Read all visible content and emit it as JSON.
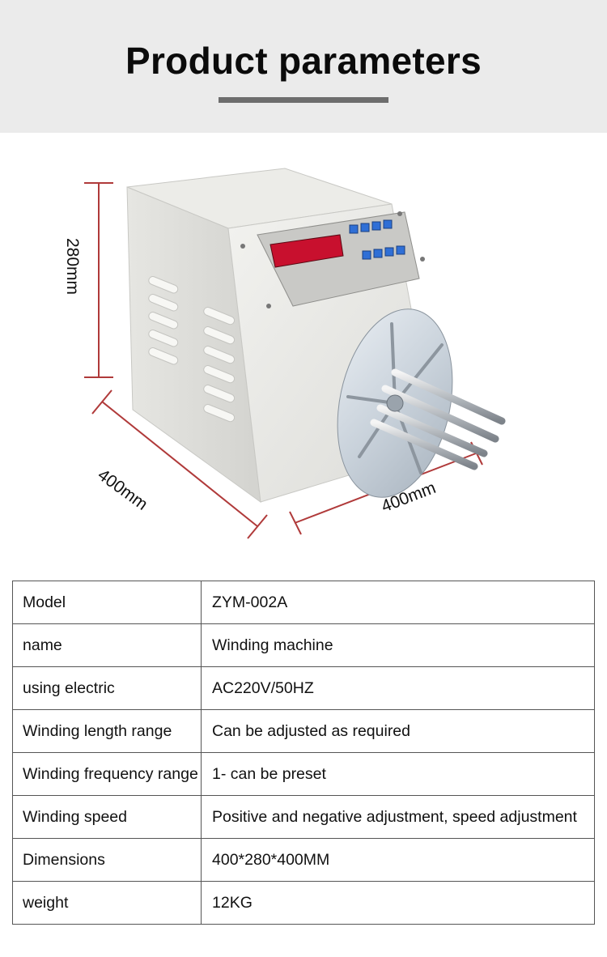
{
  "header": {
    "title": "Product parameters"
  },
  "dimensions": {
    "height_label": "280mm",
    "depth_label": "400mm",
    "width_label": "400mm"
  },
  "colors": {
    "header_bg": "#ebebeb",
    "title_bar": "#6d6d6d",
    "dimension_line": "#b03a3a",
    "machine_body": "#e4e4e0",
    "display_red": "#c8102e",
    "buttons_blue": "#2f6fd6"
  },
  "params": {
    "rows": [
      {
        "key": "Model",
        "value": "ZYM-002A"
      },
      {
        "key": "name",
        "value": "Winding machine"
      },
      {
        "key": "using electric",
        "value": "AC220V/50HZ"
      },
      {
        "key": "Winding length range",
        "value": "Can be adjusted as required"
      },
      {
        "key": "Winding frequency range",
        "value": "1- can be preset"
      },
      {
        "key": "Winding speed",
        "value": "Positive and negative adjustment, speed adjustment"
      },
      {
        "key": "Dimensions",
        "value": "400*280*400MM"
      },
      {
        "key": "weight",
        "value": "12KG"
      }
    ]
  }
}
